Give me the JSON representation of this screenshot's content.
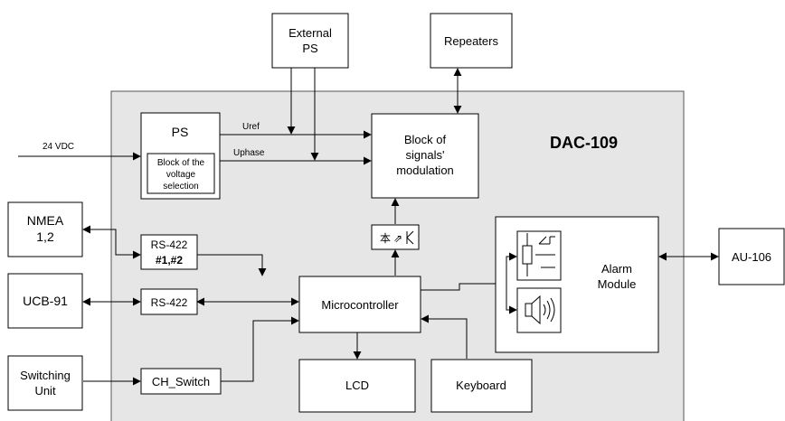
{
  "device": {
    "title": "DAC-109"
  },
  "blocks": {
    "external_ps": [
      "External",
      "PS"
    ],
    "repeaters": "Repeaters",
    "ps": "PS",
    "voltage_selection": [
      "Block of the",
      "voltage",
      "selection"
    ],
    "modulation": [
      "Block of",
      "signals'",
      "modulation"
    ],
    "nmea": [
      "NMEA",
      "1,2"
    ],
    "rs422_12": [
      "RS-422",
      "#1,#2"
    ],
    "ucb91": "UCB-91",
    "rs422": "RS-422",
    "microcontroller": "Microcontroller",
    "alarm_module": [
      "Alarm",
      "Module"
    ],
    "au106": "AU-106",
    "switching_unit": [
      "Switching",
      "Unit"
    ],
    "ch_switch": "CH_Switch",
    "lcd": "LCD",
    "keyboard": "Keyboard"
  },
  "signals": {
    "input_24vdc": "24 VDC",
    "uref": "Uref",
    "uphase": "Uphase"
  },
  "icons": [
    "optocoupler-icon",
    "relay-icon",
    "speaker-icon"
  ]
}
